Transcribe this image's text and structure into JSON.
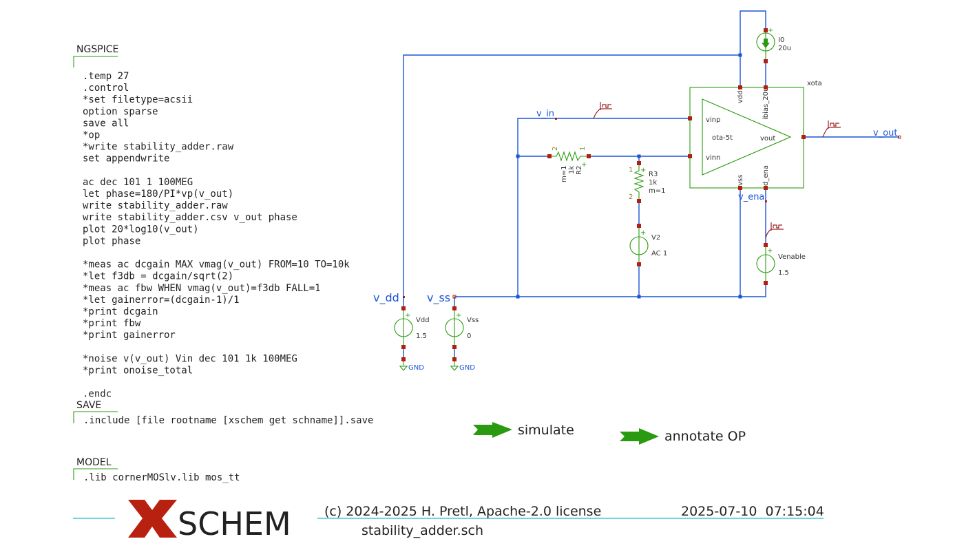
{
  "code_blocks": [
    {
      "title": "NGSPICE",
      "lines": [
        ".temp 27",
        ".control",
        "*set filetype=acsii",
        "option sparse",
        "save all",
        "*op",
        "*write stability_adder.raw",
        "set appendwrite",
        "",
        "ac dec 101 1 100MEG",
        "let phase=180/PI*vp(v_out)",
        "write stability_adder.raw",
        "write stability_adder.csv v_out phase",
        "plot 20*log10(v_out)",
        "plot phase",
        "",
        "*meas ac dcgain MAX vmag(v_out) FROM=10 TO=10k",
        "*let f3db = dcgain/sqrt(2)",
        "*meas ac fbw WHEN vmag(v_out)=f3db FALL=1",
        "*let gainerror=(dcgain-1)/1",
        "*print dcgain",
        "*print fbw",
        "*print gainerror",
        "",
        "*noise v(v_out) Vin dec 101 1k 100MEG",
        "*print onoise_total",
        "",
        ".endc"
      ]
    },
    {
      "title": "SAVE",
      "lines": [
        ".include [file rootname [xschem get schname]].save"
      ]
    },
    {
      "title": "MODEL",
      "lines": [
        ".lib cornerMOSlv.lib mos_tt"
      ]
    }
  ],
  "nets": {
    "v_dd": "v_dd",
    "v_ss": "v_ss",
    "v_in": "v_in",
    "v_out": "v_out",
    "v_ena": "v_ena"
  },
  "components": {
    "ota": {
      "instance": "xota",
      "type": "ota-5t",
      "pins": {
        "vinp": "vinp",
        "vinn": "vinn",
        "vout": "vout",
        "vdd": "vdd",
        "vss": "vss",
        "ibias": "ibias_20u",
        "ena": "d_ena"
      }
    },
    "i0": {
      "name": "I0",
      "value": "20u"
    },
    "r2": {
      "name": "R2",
      "value": "1k",
      "mult": "m=1",
      "pin1": "1",
      "pin2": "2"
    },
    "r3": {
      "name": "R3",
      "value": "1k",
      "mult": "m=1",
      "pin1": "1",
      "pin2": "2"
    },
    "v2": {
      "name": "V2",
      "value": "AC 1"
    },
    "venable": {
      "name": "Venable",
      "value": "1.5"
    },
    "vdd": {
      "name": "Vdd",
      "value": "1.5",
      "gnd": "GND"
    },
    "vss": {
      "name": "Vss",
      "value": "0",
      "gnd": "GND"
    }
  },
  "buttons": {
    "simulate": "simulate",
    "annotate": "annotate OP"
  },
  "footer": {
    "logo_x": "X",
    "logo_rest": "SCHEM",
    "copyright": "(c) 2024-2025 H. Pretl, Apache-2.0 license",
    "datetime": "2025-07-10  07:15:04",
    "filename": "stability_adder.sch"
  },
  "colors": {
    "wire": "#1a55d6",
    "symbol": "#2a9a10",
    "pin": "#b02010",
    "probe": "#a02020",
    "logo": "#b82010",
    "frame_line": "#20b8d0"
  }
}
